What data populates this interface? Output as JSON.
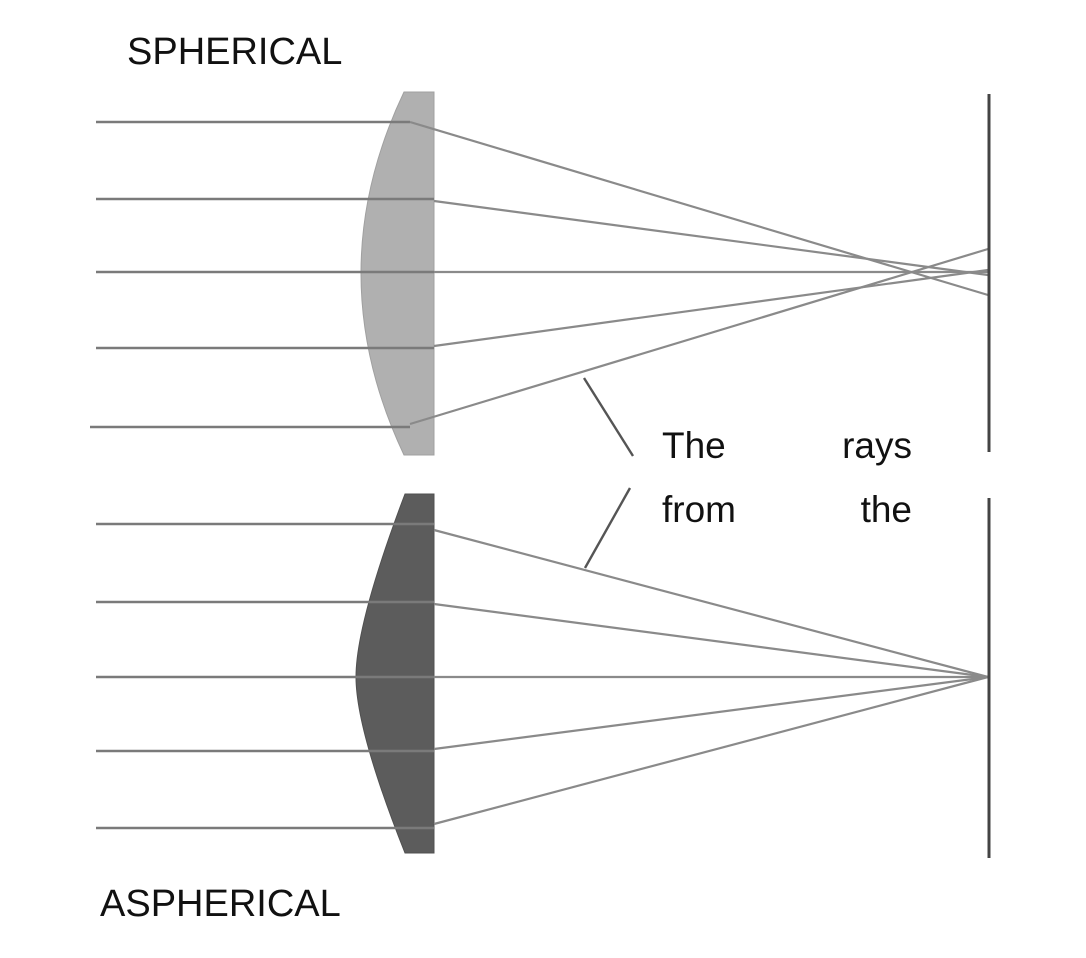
{
  "labels": {
    "top": "SPHERICAL",
    "bottom": "ASPHERICAL"
  },
  "caption": {
    "line1": [
      "The",
      "rays"
    ],
    "line2": [
      "from",
      "the"
    ]
  },
  "colors": {
    "spherical_lens": "#b0b0b0",
    "aspherical_lens": "#5c5c5c",
    "ray": "#6e6e6e",
    "ray_light": "#9a9a9a",
    "screen": "#444444",
    "text": "#111111"
  }
}
